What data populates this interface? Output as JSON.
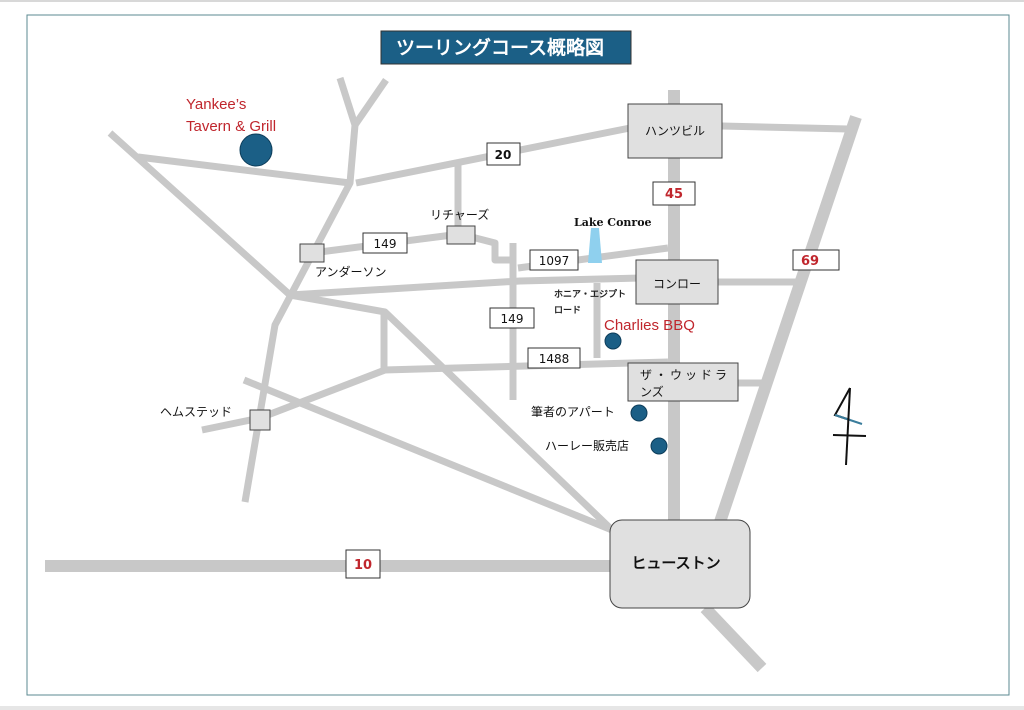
{
  "title": "ツーリングコース概略図",
  "colors": {
    "title_bg": "#1b5f86",
    "poi": "#1b5f86",
    "road": "#c8c8c8",
    "accent_red": "#c0262d",
    "lake": "#8fd0ee"
  },
  "routes": {
    "r20": "20",
    "r149a": "149",
    "r1097": "1097",
    "r149b": "149",
    "r1488": "1488",
    "r45": "45",
    "r69": "69",
    "r10": "10"
  },
  "towns": {
    "huntsville": "ハンツビル",
    "conroe": "コンロー",
    "woodlands_1": "ザ・ウッドラ",
    "woodlands_2": "ンズ",
    "houston": "ヒューストン",
    "richards": "リチャーズ",
    "anderson": "アンダーソン",
    "hempstead": "ヘムステッド"
  },
  "places": {
    "lake": "Lake Conroe",
    "honea_1": "ホニア・エジプト",
    "honea_2": "ロード",
    "yankees_1": "Yankee’s",
    "yankees_2": "Tavern & Grill",
    "charlies": "Charlies BBQ",
    "apartment": "筆者のアパート",
    "harley": "ハーレー販売店"
  },
  "north_arrow": "north-arrow"
}
